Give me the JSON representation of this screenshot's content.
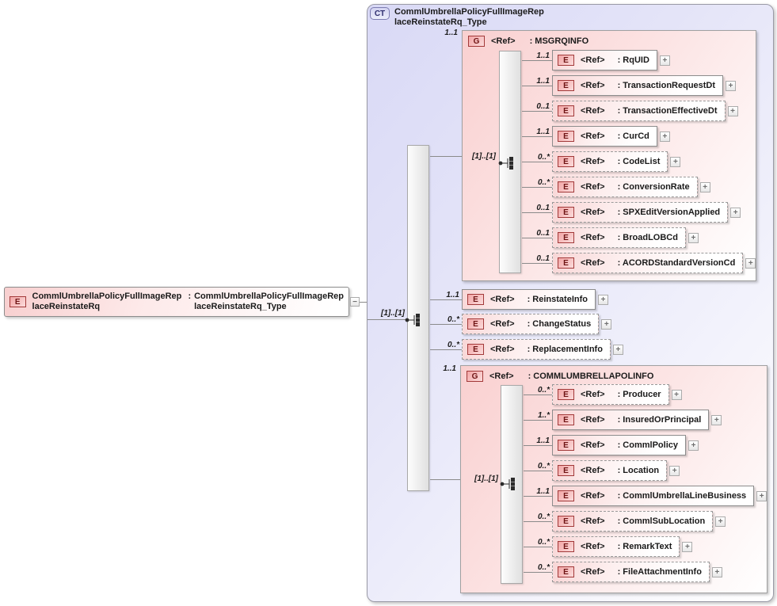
{
  "icons": {
    "plus": "+",
    "minus": "−"
  },
  "colors": {
    "complex_type_fill": "#dcdcf7",
    "complex_type_badge_fill": "#d4d4f0",
    "complex_type_badge_border": "#7d7db2",
    "group_fill": "#f9d0d0",
    "element_fill": "#f8d6d6",
    "element_badge_fill": "#f3a6a6",
    "element_badge_border": "#a23939",
    "border_gray": "#9a9a9a",
    "connector": "#8a8a8a"
  },
  "root": {
    "badge": "E",
    "name": "CommlUmbrellaPolicyFullImageRep\nlaceReinstateRq",
    "colon": ":",
    "type": "CommlUmbrellaPolicyFullImageRep\nlaceReinstateRq_Type"
  },
  "ct": {
    "badge": "CT",
    "title": "CommlUmbrellaPolicyFullImageRep\nlaceReinstateRq_Type",
    "model_group_label": "[1]..[1]",
    "msgrqinfo": {
      "cardinality": "1..1",
      "badge": "G",
      "ref": "<Ref>",
      "name": ": MSGRQINFO",
      "model_group_label": "[1]..[1]",
      "children": [
        {
          "cardinality": "1..1",
          "badge": "E",
          "ref": "<Ref>",
          "name": ": RqUID"
        },
        {
          "cardinality": "1..1",
          "badge": "E",
          "ref": "<Ref>",
          "name": ": TransactionRequestDt"
        },
        {
          "cardinality": "0..1",
          "badge": "E",
          "ref": "<Ref>",
          "name": ": TransactionEffectiveDt"
        },
        {
          "cardinality": "1..1",
          "badge": "E",
          "ref": "<Ref>",
          "name": ": CurCd"
        },
        {
          "cardinality": "0..*",
          "badge": "E",
          "ref": "<Ref>",
          "name": ": CodeList"
        },
        {
          "cardinality": "0..*",
          "badge": "E",
          "ref": "<Ref>",
          "name": ": ConversionRate"
        },
        {
          "cardinality": "0..1",
          "badge": "E",
          "ref": "<Ref>",
          "name": ": SPXEditVersionApplied"
        },
        {
          "cardinality": "0..1",
          "badge": "E",
          "ref": "<Ref>",
          "name": ": BroadLOBCd"
        },
        {
          "cardinality": "0..1",
          "badge": "E",
          "ref": "<Ref>",
          "name": ": ACORDStandardVersionCd"
        }
      ]
    },
    "elements": [
      {
        "cardinality": "1..1",
        "badge": "E",
        "ref": "<Ref>",
        "name": ": ReinstateInfo"
      },
      {
        "cardinality": "0..*",
        "badge": "E",
        "ref": "<Ref>",
        "name": ": ChangeStatus"
      },
      {
        "cardinality": "0..*",
        "badge": "E",
        "ref": "<Ref>",
        "name": ": ReplacementInfo"
      }
    ],
    "commlumbrellapolinfo": {
      "cardinality": "1..1",
      "badge": "G",
      "ref": "<Ref>",
      "name": ": COMMLUMBRELLAPOLINFO",
      "model_group_label": "[1]..[1]",
      "children": [
        {
          "cardinality": "0..*",
          "badge": "E",
          "ref": "<Ref>",
          "name": ": Producer"
        },
        {
          "cardinality": "1..*",
          "badge": "E",
          "ref": "<Ref>",
          "name": ": InsuredOrPrincipal"
        },
        {
          "cardinality": "1..1",
          "badge": "E",
          "ref": "<Ref>",
          "name": ": CommlPolicy"
        },
        {
          "cardinality": "0..*",
          "badge": "E",
          "ref": "<Ref>",
          "name": ": Location"
        },
        {
          "cardinality": "1..1",
          "badge": "E",
          "ref": "<Ref>",
          "name": ": CommlUmbrellaLineBusiness"
        },
        {
          "cardinality": "0..*",
          "badge": "E",
          "ref": "<Ref>",
          "name": ": CommlSubLocation"
        },
        {
          "cardinality": "0..*",
          "badge": "E",
          "ref": "<Ref>",
          "name": ": RemarkText"
        },
        {
          "cardinality": "0..*",
          "badge": "E",
          "ref": "<Ref>",
          "name": ": FileAttachmentInfo"
        }
      ]
    }
  }
}
